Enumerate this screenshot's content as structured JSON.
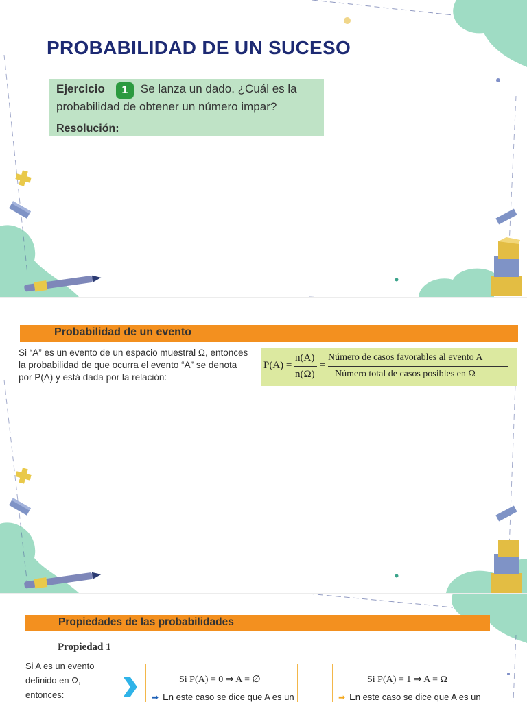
{
  "slide1": {
    "title": "PROBABILIDAD DE UN SUCESO",
    "exercise": {
      "label": "Ejercicio",
      "number": "1",
      "line1_rest": "Se lanza un dado. ¿Cuál es la",
      "line2": "probabilidad de obtener un número impar?",
      "resolution": "Resolución:"
    }
  },
  "slide2": {
    "header": "Probabilidad de un evento",
    "definition": [
      "Si “A” es un evento de un espacio muestral Ω, entonces",
      "la probabilidad de que ocurra el evento “A” se denota",
      "por P(A) y está dada por la relación:"
    ],
    "formula": {
      "lhs": "P(A) =",
      "num1": "n(A)",
      "den1": "n(Ω)",
      "eq": "=",
      "num2": "Número de casos favorables al evento A",
      "den2": "Número total de casos posibles en Ω"
    }
  },
  "slide3": {
    "header": "Propiedades de las probabilidades",
    "property_title": "Propiedad  1",
    "property_text": [
      "Si A es un evento",
      "definido  en  Ω,",
      "entonces:"
    ],
    "rules": [
      {
        "formula": "Si P(A) = 0 ⇒ A = ∅",
        "note": "En este caso se dice que A es un"
      },
      {
        "formula": "Si P(A) = 1 ⇒ A = Ω",
        "note": "En este caso se dice que A es un"
      }
    ]
  },
  "colors": {
    "title_navy": "#1d2a73",
    "exercise_green": "#bfe3c6",
    "badge_green": "#2b9a3f",
    "header_orange": "#f3901f",
    "formula_lime": "#dce9a0",
    "mint_blob": "#9fdcc4",
    "rule_border": "#f3b74a",
    "arrow_blue": "#2fb3e8"
  },
  "icons": [
    "plus-icon",
    "eraser-icon",
    "pencil-icon",
    "stacked-cubes-icon",
    "chevron-arrow-icon",
    "double-arrow-bullet-icon"
  ]
}
